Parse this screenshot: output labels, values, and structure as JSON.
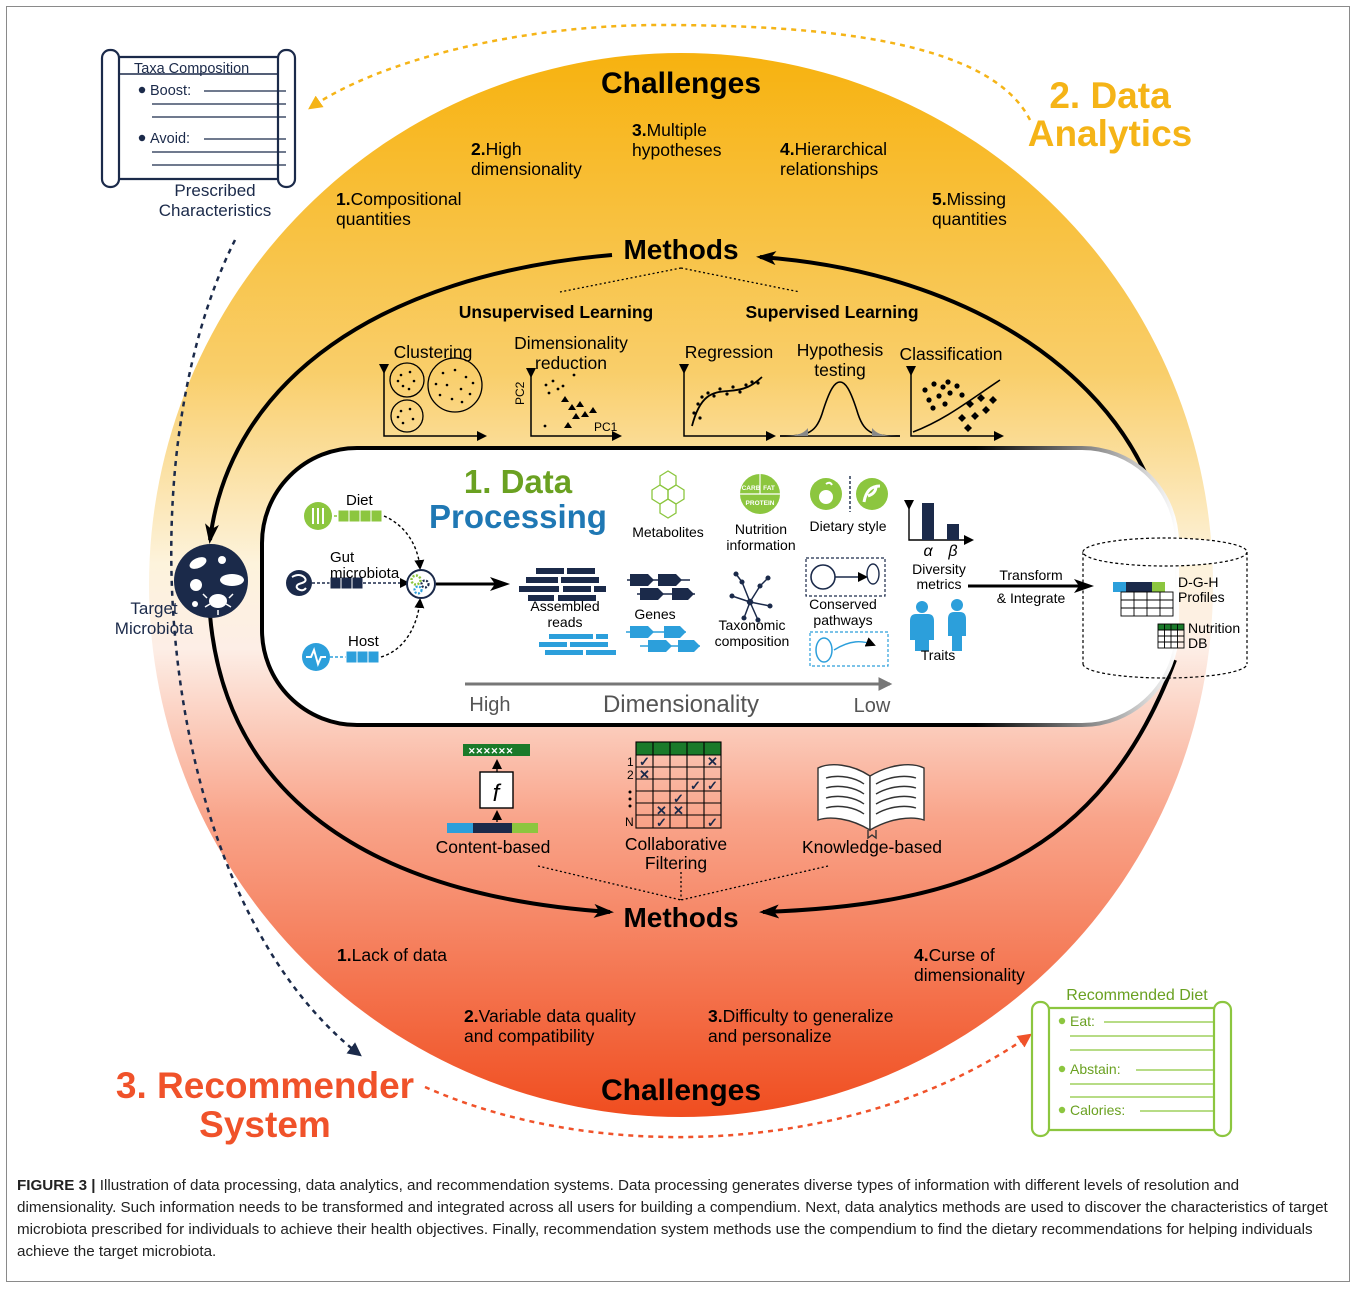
{
  "figure": {
    "top_challenges": "Challenges",
    "top_challenge_items": [
      {
        "num": "1.",
        "l1": "Compositional",
        "l2": "quantities"
      },
      {
        "num": "2.",
        "l1": "High",
        "l2": "dimensionality"
      },
      {
        "num": "3.",
        "l1": "Multiple",
        "l2": "hypotheses"
      },
      {
        "num": "4.",
        "l1": "Hierarchical",
        "l2": "relationships"
      },
      {
        "num": "5.",
        "l1": "Missing",
        "l2": "quantities"
      }
    ],
    "analytics_title": {
      "l1": "2. Data",
      "l2": "Analytics"
    },
    "analytics_methods": "Methods",
    "unsupervised": "Unsupervised Learning",
    "supervised": "Supervised Learning",
    "analytics_method_items": {
      "clustering": "Clustering",
      "dimred_l1": "Dimensionality",
      "dimred_l2": "reduction",
      "pc1": "PC1",
      "pc2": "PC2",
      "regression": "Regression",
      "hyp_l1": "Hypothesis",
      "hyp_l2": "testing",
      "classification": "Classification"
    },
    "processing_title": {
      "l1": "1. Data",
      "l2": "Processing"
    },
    "inputs": {
      "diet": "Diet",
      "gut_l1": "Gut",
      "gut_l2": "microbiota",
      "host": "Host"
    },
    "processing_items": {
      "assembled_l1": "Assembled",
      "assembled_l2": "reads",
      "genes": "Genes",
      "metabolites": "Metabolites",
      "nutrition_l1": "Nutrition",
      "nutrition_l2": "information",
      "carb": "CARB",
      "fat": "FAT",
      "protein": "PROTEIN",
      "dietary_style": "Dietary style",
      "taxo_l1": "Taxonomic",
      "taxo_l2": "composition",
      "conserved_l1": "Conserved",
      "conserved_l2": "pathways",
      "alpha": "α",
      "beta": "β",
      "diversity_l1": "Diversity",
      "diversity_l2": "metrics",
      "traits": "Traits"
    },
    "dimensionality": {
      "high": "High",
      "label": "Dimensionality",
      "low": "Low"
    },
    "transform": {
      "l1": "Transform",
      "l2": "& Integrate"
    },
    "db": {
      "dgh_l1": "D-G-H",
      "dgh_l2": "Profiles",
      "nut_l1": "Nutrition",
      "nut_l2": "DB"
    },
    "target": {
      "l1": "Target",
      "l2": "Microbiota"
    },
    "prescribed": {
      "title": "Taxa Composition",
      "boost": "Boost:",
      "avoid": "Avoid:",
      "caption_l1": "Prescribed",
      "caption_l2": "Characteristics"
    },
    "recommender_methods": "Methods",
    "recommender_method_items": {
      "content": "Content-based",
      "f": "f",
      "collab_l1": "Collaborative",
      "collab_l2": "Filtering",
      "knowledge": "Knowledge-based",
      "row1": "1",
      "row2": "2",
      "rowN": "N"
    },
    "bottom_challenge_items": [
      {
        "num": "1.",
        "l1": "Lack of data",
        "l2": ""
      },
      {
        "num": "2.",
        "l1": "Variable data quality",
        "l2": "and compatibility"
      },
      {
        "num": "3.",
        "l1": "Difficulty to generalize",
        "l2": "and personalize"
      },
      {
        "num": "4.",
        "l1": "Curse of",
        "l2": "dimensionality"
      }
    ],
    "bottom_challenges": "Challenges",
    "recommender_title": {
      "l1": "3. Recommender",
      "l2": "System"
    },
    "diet": {
      "title": "Recommended Diet",
      "eat": "Eat:",
      "abstain": "Abstain:",
      "calories": "Calories:"
    }
  },
  "caption": {
    "label": "FIGURE 3 |",
    "text": " Illustration of data processing, data analytics, and recommendation systems. Data processing generates diverse types of information with different levels of resolution and dimensionality. Such information needs to be transformed and integrated across all users for building a compendium. Next, data analytics methods are used to discover the characteristics of target microbiota prescribed for individuals to achieve their health objectives. Finally, recommendation system methods use the compendium to find the dietary recommendations for helping individuals achieve the target microbiota."
  },
  "colors": {
    "analytics": "#f5b417",
    "processing_green": "#6aa121",
    "processing_blue": "#1f78b4",
    "recommender": "#f0522a",
    "navy": "#1b2a4a",
    "light_blue": "#2c9fdb",
    "diet_green": "#8cc63f"
  }
}
